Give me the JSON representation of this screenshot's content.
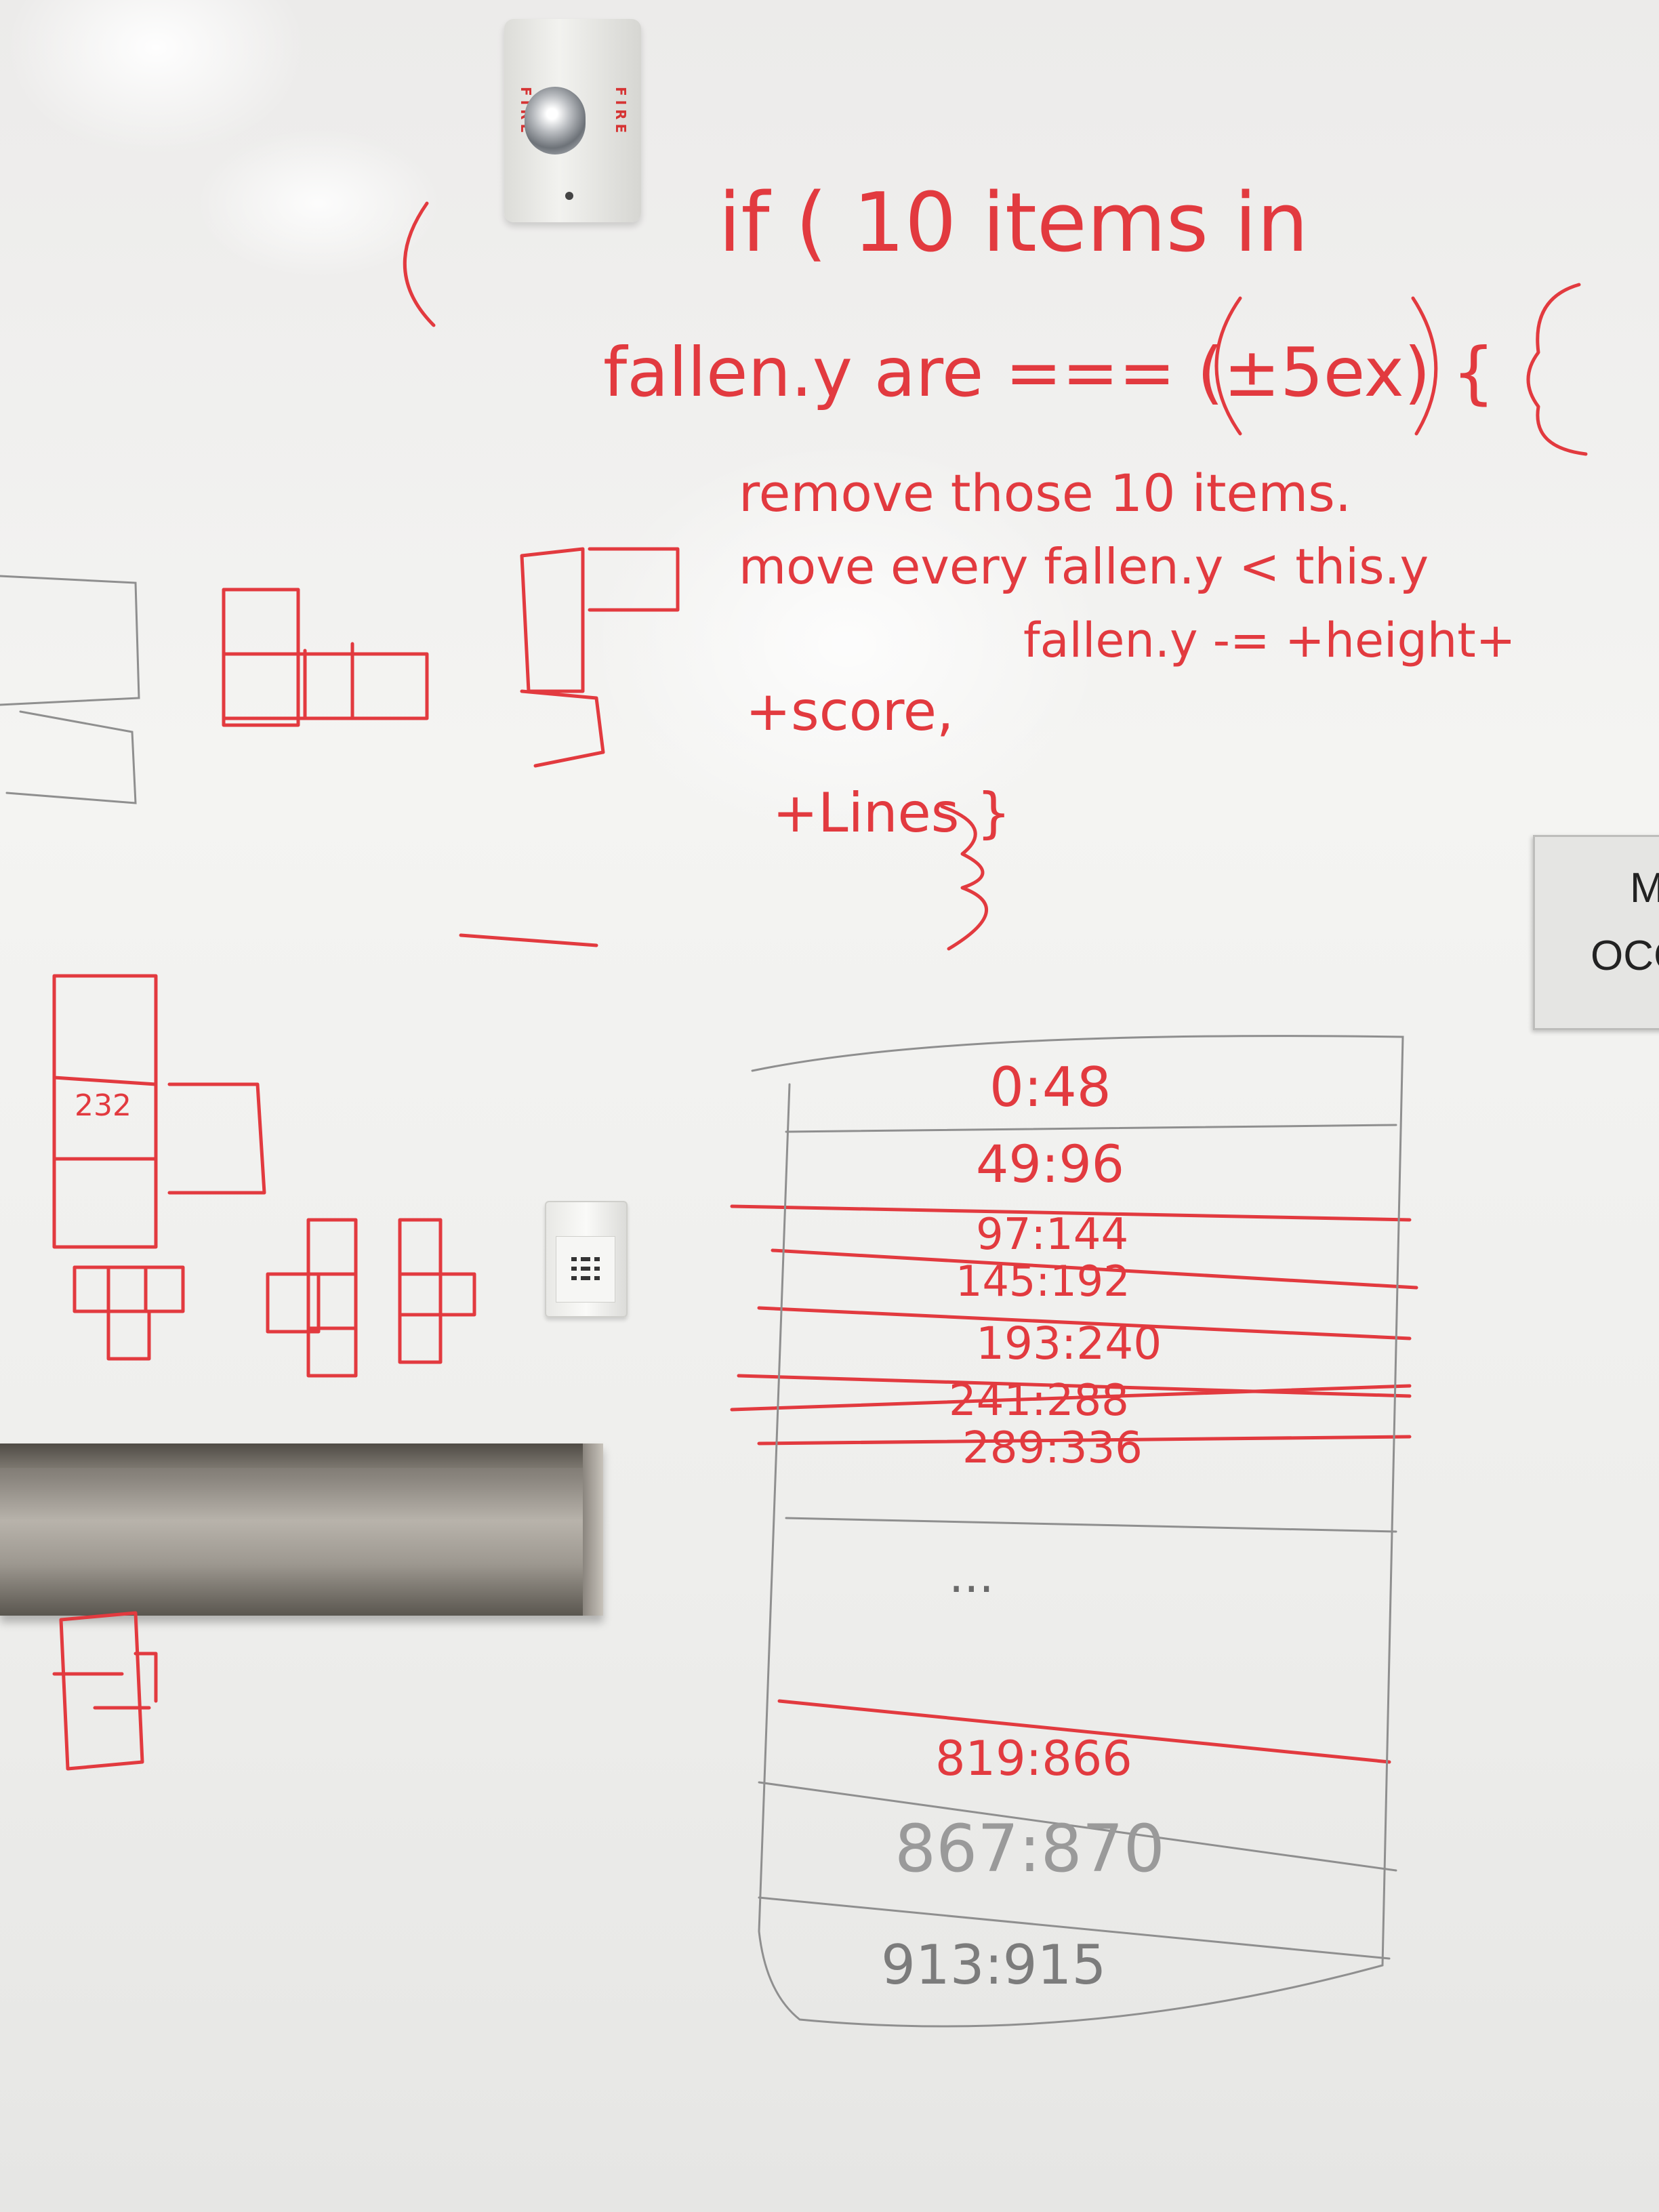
{
  "scene": {
    "code_lines": [
      "if ( 10 items in",
      "fallen.y are === (±5ex) {",
      "remove those 10 items.",
      "move every fallen.y < this.y",
      "fallen.y -= +height+",
      "+score,",
      "+Lines }"
    ],
    "fire_alarm_label": "FIRE",
    "sign_text": [
      "M",
      "OCC"
    ],
    "diagram_labels": [
      "232"
    ],
    "ranges": [
      "0:48",
      "49:96",
      "97:144",
      "145:192",
      "193:240",
      "241:288",
      "289:336",
      "...",
      "819:866",
      "867:870",
      "913:915"
    ],
    "colors": {
      "marker_red": "#e23a3f",
      "pencil_gray": "#9a9a9a",
      "board": "#f1f1ef"
    }
  }
}
